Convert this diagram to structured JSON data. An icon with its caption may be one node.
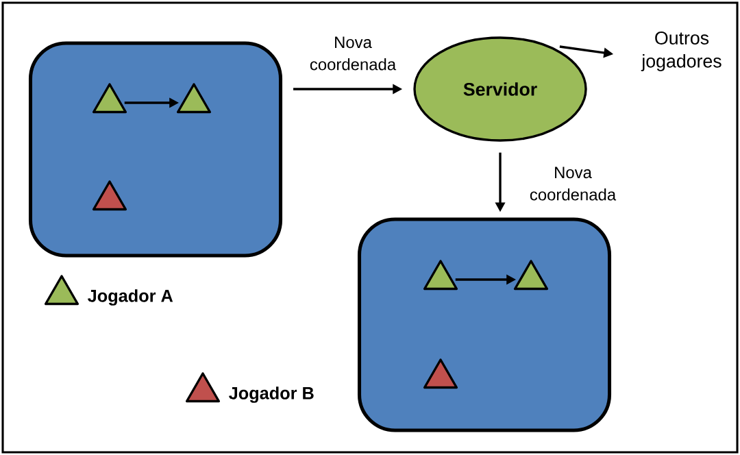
{
  "diagram": {
    "nodes": [
      {
        "text": [],
        "shape": "box"
      },
      {
        "text": [],
        "shape": "triangle",
        "in": 0
      },
      {
        "text": [],
        "shape": "triangle",
        "in": 0
      },
      {
        "text": [],
        "shape": "triangle",
        "in": 0
      },
      {
        "text": [
          "Servidor"
        ]
      },
      {
        "text": [
          "Outros jogadores"
        ]
      },
      {
        "text": [],
        "shape": "box"
      },
      {
        "text": [],
        "shape": "triangle",
        "in": 6
      },
      {
        "text": [],
        "shape": "triangle",
        "in": 6
      },
      {
        "text": [],
        "shape": "triangle",
        "in": 6
      }
    ],
    "edges": [
      {
        "from": 1,
        "to": 2,
        "arrow": "to"
      },
      {
        "from": 0,
        "to": 4,
        "arrow": "to",
        "label": "Nova coordenada"
      },
      {
        "from": 4,
        "to": 5,
        "arrow": "to"
      },
      {
        "from": 4,
        "to": 6,
        "arrow": "to",
        "label": "Nova coordenada"
      },
      {
        "from": 7,
        "to": 8,
        "arrow": "to"
      }
    ],
    "legend": [
      {
        "text": "Jogador A"
      },
      {
        "text": "Jogador B"
      }
    ]
  }
}
